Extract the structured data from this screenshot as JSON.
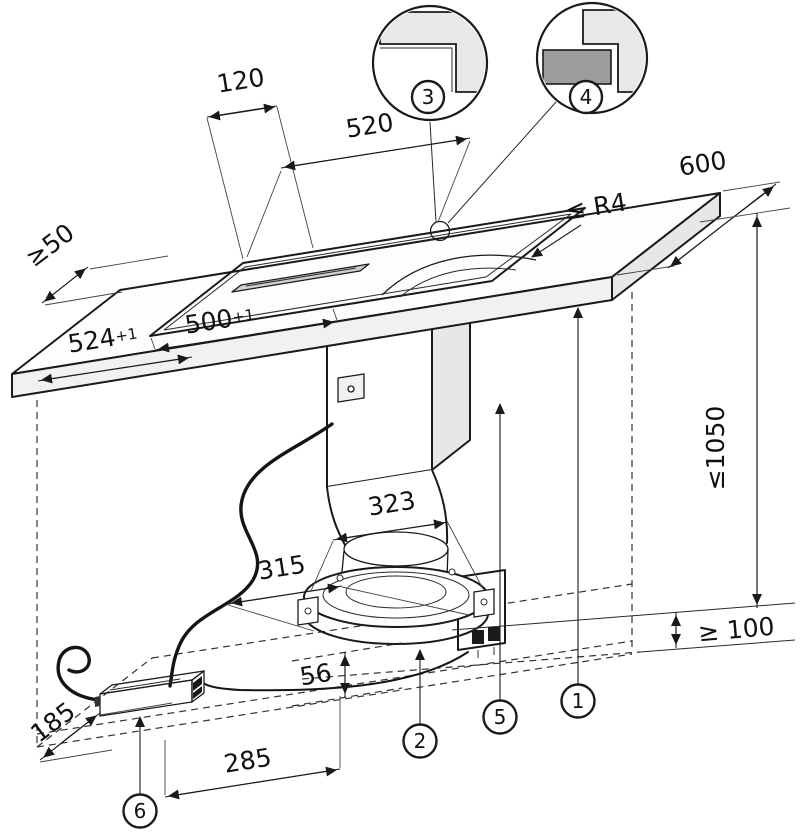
{
  "colors": {
    "line": "#1a1a1a",
    "worktop_light_gray": "#e9e9e9",
    "grille_gray": "#cfcfcf",
    "insert_dark_gray": "#9c9c9c",
    "background": "#ffffff"
  },
  "dimensions": {
    "d120": {
      "label": "120"
    },
    "d520": {
      "label": "520"
    },
    "d600": {
      "label": "600"
    },
    "r4": {
      "label": "≤ R4"
    },
    "ge50": {
      "label": "≥50"
    },
    "d524": {
      "label": "524",
      "tolerance": "+1"
    },
    "d500": {
      "label": "500",
      "tolerance": "+1"
    },
    "le1050": {
      "label": "≤1050"
    },
    "d323": {
      "label": "323"
    },
    "d315": {
      "label": "315"
    },
    "d56": {
      "label": "56"
    },
    "ge100": {
      "label": "≥ 100"
    },
    "d185": {
      "label": "185"
    },
    "d285": {
      "label": "285"
    }
  },
  "callouts": {
    "c1": "1",
    "c2": "2",
    "c3": "3",
    "c4": "4",
    "c5": "5",
    "c6": "6"
  }
}
